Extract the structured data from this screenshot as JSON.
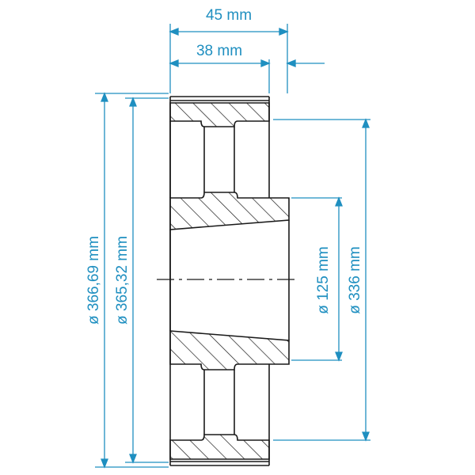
{
  "colors": {
    "dimension": "#1f8fc0",
    "outline": "#1a1a1a",
    "hatch": "#1a1a1a",
    "background": "#ffffff"
  },
  "dimensions": {
    "total_width": "45 mm",
    "hub_width": "38 mm",
    "outer_diameter": "ø 366,69 mm",
    "pitch_diameter": "ø 365,32 mm",
    "bore_diameter": "ø 125 mm",
    "hub_diameter": "ø 336 mm"
  }
}
